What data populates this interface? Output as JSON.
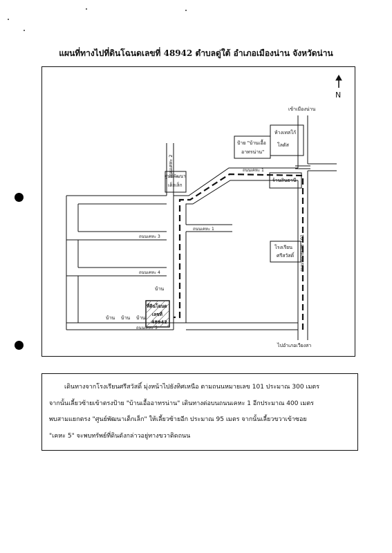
{
  "title": "แผนที่ทางไปที่ดินโฉนดเลขที่ 48942 ตำบลดู่ใต้ อำเภอเมืองน่าน จังหวัดน่าน",
  "north_label": "N",
  "places": {
    "to_city": "เข้าเมืองน่าน",
    "to_wiang_sa": "ไปอำเภอเวียงสา",
    "lotus_line1": "ห้างเทสโก้",
    "lotus_line2": "โลตัส",
    "sign_line1": "ป้าย \"บ้านเอื้อ",
    "sign_line2": "อาทรน่าน\"",
    "child_center_line1": "ศูนย์พัฒนา",
    "child_center_line2": "เด็กเล็ก",
    "thanee_shop": "ร้านสินธานี",
    "school_line1": "โรงเรียน",
    "school_line2": "ศรีสวัสดิ์",
    "parcel_line1": "ที่ดินโฉนด",
    "parcel_line2": "เลขที่",
    "parcel_line3": "48942",
    "house": "บ้าน"
  },
  "roads": {
    "kheha1_top": "ถนนเคหะ 1",
    "kheha1_mid": "ถนนเคหะ 1",
    "kheha2": "ถนนเคหะ 2",
    "kheha3": "ถนนเคหะ 3",
    "kheha4": "ถนนเคหะ 4",
    "kheha5": "ถนนเคหะ 5",
    "highway101": "ถนนหมายเลข 101"
  },
  "directions": [
    "เดินทางจากโรงเรียนศรีสวัสดิ์ มุ่งหน้าไปยังทิศเหนือ ตามถนนหมายเลข 101 ประมาณ 300 เมตร",
    "จากนั้นเลี้ยวซ้ายเข้าตรงป้าย \"บ้านเอื้ออาทรน่าน\"  เดินทางต่อบนถนนเคหะ 1  อีกประมาณ 400 เมตร",
    "พบสามแยกตรง \"ศูนย์พัฒนาเด็กเล็ก\"  ให้เลี้ยวซ้ายอีก ประมาณ 95 เมตร  จากนั้นเลี้ยวขวาเข้าซอย",
    "\"เคหะ 5\"  จะพบทรัพย์ที่ดินดังกล่าวอยู่ทางขวาติดถนน"
  ]
}
